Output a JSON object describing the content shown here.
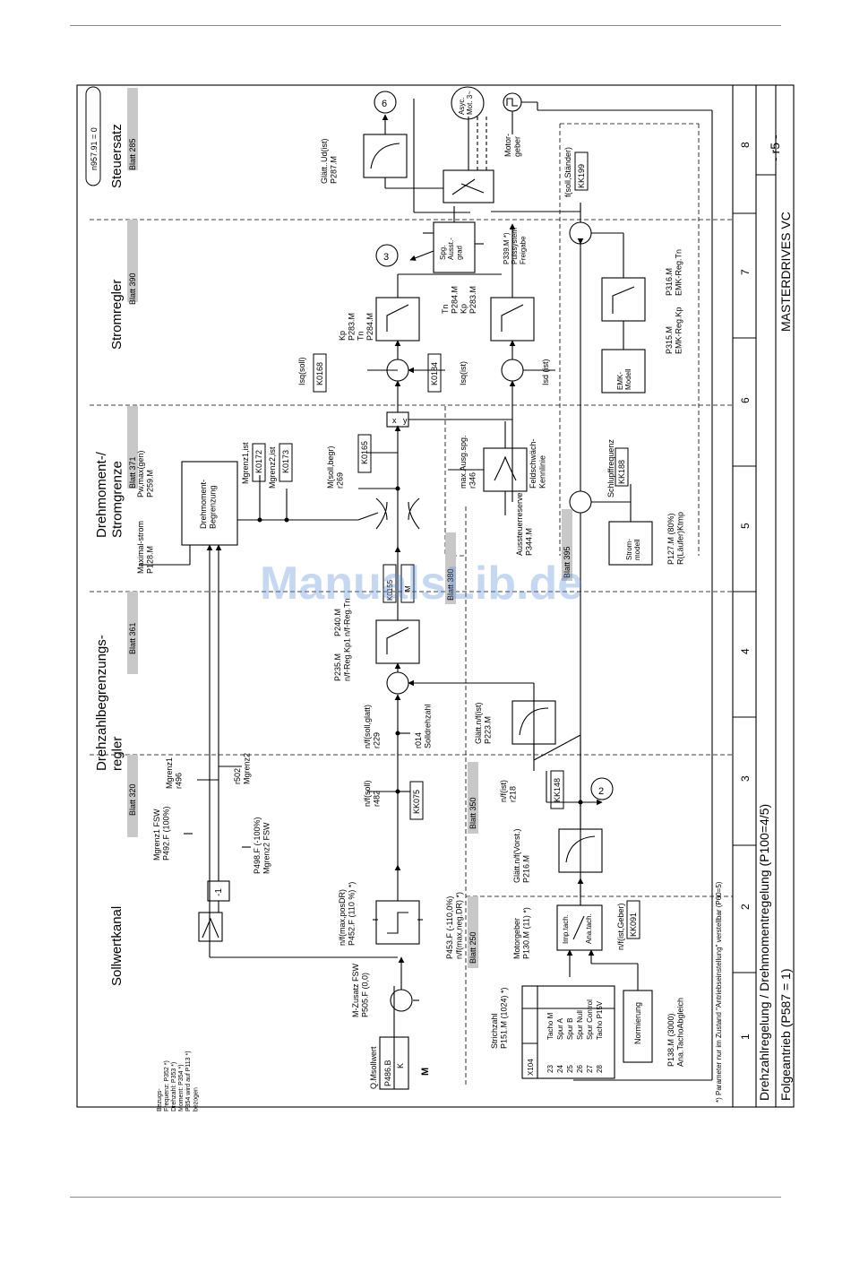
{
  "watermark": "ManualsLib.de",
  "title_block": {
    "line1": "Drehzahlregelung / Drehmomentregelung (P100=4/5)",
    "line2": "Folgeantrieb (P587 = 1)",
    "product": "MASTERDRIVES VC",
    "sheet": "- r5 -",
    "footnote": "*) Parameter nur im Zustand \"Antriebseinstellung\" verstellbar (P60=5)"
  },
  "columns": [
    "1",
    "2",
    "3",
    "4",
    "5",
    "6",
    "7",
    "8"
  ],
  "sections": {
    "sollwertkanal": "Sollwertkanal",
    "drehzahlbegrenzung": [
      "Drehzahlbegrenzungs-",
      "regler"
    ],
    "drehmoment": [
      "Drehmoment-/",
      "Stromgrenze"
    ],
    "stromregler": "Stromregler",
    "steuersatz": "Steuersatz"
  },
  "blatt": {
    "b320": "Blatt 320",
    "b361": "Blatt 361",
    "b371": "Blatt 371",
    "b390": "Blatt 390",
    "b285": "Blatt 285",
    "b250": "Blatt 250",
    "b350": "Blatt 350",
    "b380": "Blatt 380",
    "b395": "Blatt 395"
  },
  "indicator": "n957.91 = 0",
  "bezugs": [
    "Bezugs-",
    "Frequenz: P352 *)",
    "Drehzahl: P353 *)",
    "Moment: P354 *)",
    "",
    "P354 wird auf P113 *)",
    "bezogen"
  ],
  "setpoint": {
    "q_msollwert": "Q.Msollwert",
    "p486": "P486.B",
    "k": "K",
    "m": "M",
    "m_zusatz": [
      "M-Zusatz FSW",
      "P505.F (0,0)"
    ]
  },
  "limiter": {
    "pos": [
      "n/f(max,posDR)",
      "P452.F (110 %) *)"
    ],
    "neg": [
      "P453.F (-110,0%)",
      "n/f(max,neg.DR) *)"
    ]
  },
  "mgrenz": {
    "fsw1": [
      "Mgrenz1 FSW",
      "P492.F (100%)"
    ],
    "fsw2": [
      "P498.F (-100%)",
      "Mgrenz2 FSW"
    ],
    "r496": [
      "Mgrenz1",
      "r496"
    ],
    "r502": [
      "r502",
      "Mgrenz2"
    ],
    "minus1": "-1"
  },
  "speed": {
    "nf_soll": [
      "n/f(soll)",
      "r482"
    ],
    "kk075": "KK075",
    "nf_soll_glatt": [
      "n/f(soll,glatt)",
      "r229"
    ],
    "r014": [
      "r014",
      "Solldrehzahl"
    ],
    "p235": [
      "P235.M",
      "n/f-Reg.Kp1"
    ],
    "p240": [
      "P240.M",
      "n/f-Reg.Tn"
    ],
    "glatt_nf_ist": [
      "Glätt.n/f(ist)",
      "P223.M"
    ],
    "nf_ist": [
      "n/f(ist)",
      "r218"
    ],
    "kk148": "KK148",
    "circle2": "2"
  },
  "encoder": {
    "strichzahl": [
      "Strichzahl",
      "P151.M (1024) *)"
    ],
    "x104": "X104",
    "pins": [
      "23",
      "24",
      "25",
      "26",
      "27",
      "28"
    ],
    "signals": [
      "Tacho M",
      "Spur A",
      "Spur B",
      "Spur Null",
      "Spur Control",
      "Tacho P15V"
    ],
    "normierung": "Normierung",
    "p138": [
      "P138.M (3000)",
      "Ana.TachoAbgleich"
    ],
    "motorgeber": [
      "Motorgeber",
      "P130.M (11) *)"
    ],
    "imp_tach": "Imp.tach.",
    "ana_tach": "Ana.tach.",
    "nf_ist_geber": "n/f(ist,Geber)",
    "kk091": "KK091",
    "glatt_vorst": [
      "Glätt.n/f(Vorst.)",
      "P216.M"
    ]
  },
  "torque": {
    "maximalstrom": [
      "Maximal-strom",
      "P128.M"
    ],
    "pw_max": [
      "Pw,max(gen)",
      "P259.M"
    ],
    "begrenzung": [
      "Drehmoment-",
      "Begrenzung"
    ],
    "mgrenz1_ist": "Mgrenz1,ist",
    "k0172": "K0172",
    "mgrenz2_ist": "Mgrenz2,ist",
    "k0173": "K0173",
    "msoll_begr": [
      "M(soll,begr)",
      "r269"
    ],
    "k0165": "K0165",
    "k0155": "K0155",
    "m_mid": "M",
    "ausseuerreserve": [
      "Aussteuerreserve",
      "P344.M"
    ],
    "max_ausg": [
      "max.Ausg.spg.",
      "r346"
    ],
    "feldschw": [
      "Feldschwäch-",
      "Kennlinie"
    ],
    "xy_x": "x",
    "xy_y": "y"
  },
  "current": {
    "isq_soll": "Isq(soll)",
    "k0168": "K0168",
    "isq_ist": "Isq(ist)",
    "k0184": "K0184",
    "isd_ist": "Isd (ist)",
    "kp_tn_q": [
      "Kp",
      "P283.M",
      "Tn",
      "P284.M"
    ],
    "kp_tn_d": [
      "Tn",
      "P284.M",
      "Kp",
      "P283.M"
    ],
    "spg": [
      "Spg.",
      "Ausst.-",
      "grad"
    ],
    "circle3": "3",
    "p339": [
      "P339.M *)",
      "Pulssystem",
      "Freigabe"
    ],
    "emk_modell": [
      "EMK-",
      "Modell"
    ],
    "p315": [
      "P315.M",
      "EMK-Reg.Kp"
    ],
    "p316": [
      "P316.M",
      "EMK-Reg.Tn"
    ]
  },
  "slip": {
    "schlupffrequenz": "Schlupffrequenz",
    "kk188": "KK188",
    "strom_modell": [
      "Strom-",
      "modell"
    ],
    "p127": [
      "P127.M (80%)",
      "R(Läufer)Ktmp"
    ],
    "fsoll_staender": "f(soll,Ständer)",
    "kk199": "KK199"
  },
  "output": {
    "circle6": "6",
    "glatt_ud": [
      "Glätt..Ud(ist)",
      "P287.M"
    ],
    "asyc": [
      "Asyc.",
      "Mot. 3~"
    ],
    "motorgeber": [
      "Motor-",
      "geber"
    ]
  }
}
